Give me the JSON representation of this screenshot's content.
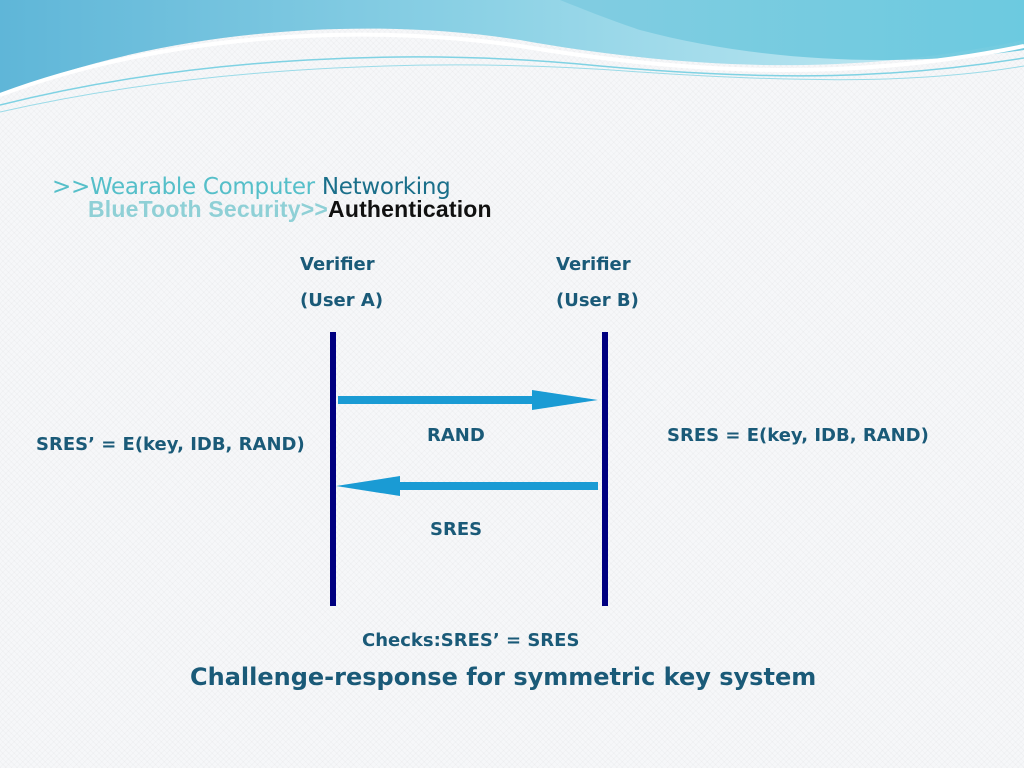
{
  "breadcrumb": {
    "part1_light": ">>Wearable Computer ",
    "part1_dark": "Networking",
    "part2_light": "BlueTooth Security>>",
    "part2_dark": "Authentication"
  },
  "parties": {
    "a": {
      "role": "Verifier",
      "name": "(User A)"
    },
    "b": {
      "role": "Verifier",
      "name": "(User B)"
    }
  },
  "messages": {
    "rand": "RAND",
    "sres": "SRES"
  },
  "formulas": {
    "a": "SRES’ = E(key, IDB, RAND)",
    "b": "SRES = E(key, IDB, RAND)"
  },
  "check": "Checks:SRES’ = SRES",
  "caption": "Challenge-response for symmetric key system",
  "colors": {
    "lifeline": "#000080",
    "arrow": "#1a9bd4",
    "label": "#1a5a78"
  }
}
